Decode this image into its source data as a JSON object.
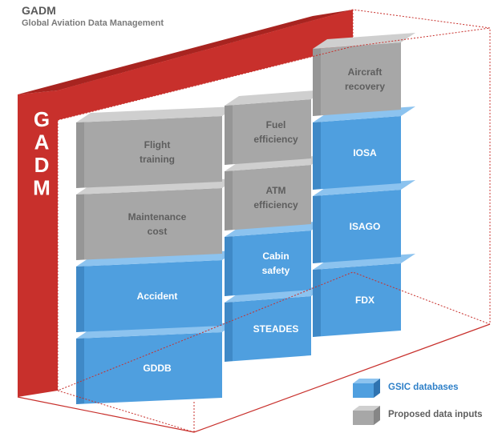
{
  "header": {
    "title": "GADM",
    "subtitle": "Global Aviation Data Management"
  },
  "banner_letters": [
    "G",
    "A",
    "D",
    "M"
  ],
  "columns": [
    {
      "blocks": [
        {
          "lines": [
            "GDDB"
          ],
          "kind": "gsic"
        },
        {
          "lines": [
            "Accident"
          ],
          "kind": "gsic"
        },
        {
          "lines": [
            "Maintenance",
            "cost"
          ],
          "kind": "proposed"
        },
        {
          "lines": [
            "Flight",
            "training"
          ],
          "kind": "proposed"
        }
      ]
    },
    {
      "blocks": [
        {
          "lines": [
            "STEADES"
          ],
          "kind": "gsic"
        },
        {
          "lines": [
            "Cabin",
            "safety"
          ],
          "kind": "gsic"
        },
        {
          "lines": [
            "ATM",
            "efficiency"
          ],
          "kind": "proposed"
        },
        {
          "lines": [
            "Fuel",
            "efficiency"
          ],
          "kind": "proposed"
        }
      ]
    },
    {
      "blocks": [
        {
          "lines": [
            "FDX"
          ],
          "kind": "gsic"
        },
        {
          "lines": [
            "ISAGO"
          ],
          "kind": "gsic"
        },
        {
          "lines": [
            "IOSA"
          ],
          "kind": "gsic"
        },
        {
          "lines": [
            "Aircraft",
            "recovery"
          ],
          "kind": "proposed"
        }
      ]
    }
  ],
  "legend": {
    "gsic": "GSIC databases",
    "proposed": "Proposed data inputs"
  },
  "colors": {
    "red": "#c8302c",
    "blue_front": "#4f9fdf",
    "blue_top": "#8cc3ef",
    "blue_side": "#2f73b0",
    "gray_front": "#a7a7a7",
    "gray_top": "#cfcfcf",
    "gray_side": "#868686",
    "legend_blue": "#2f80c8",
    "legend_gray": "#5f5f5f"
  }
}
